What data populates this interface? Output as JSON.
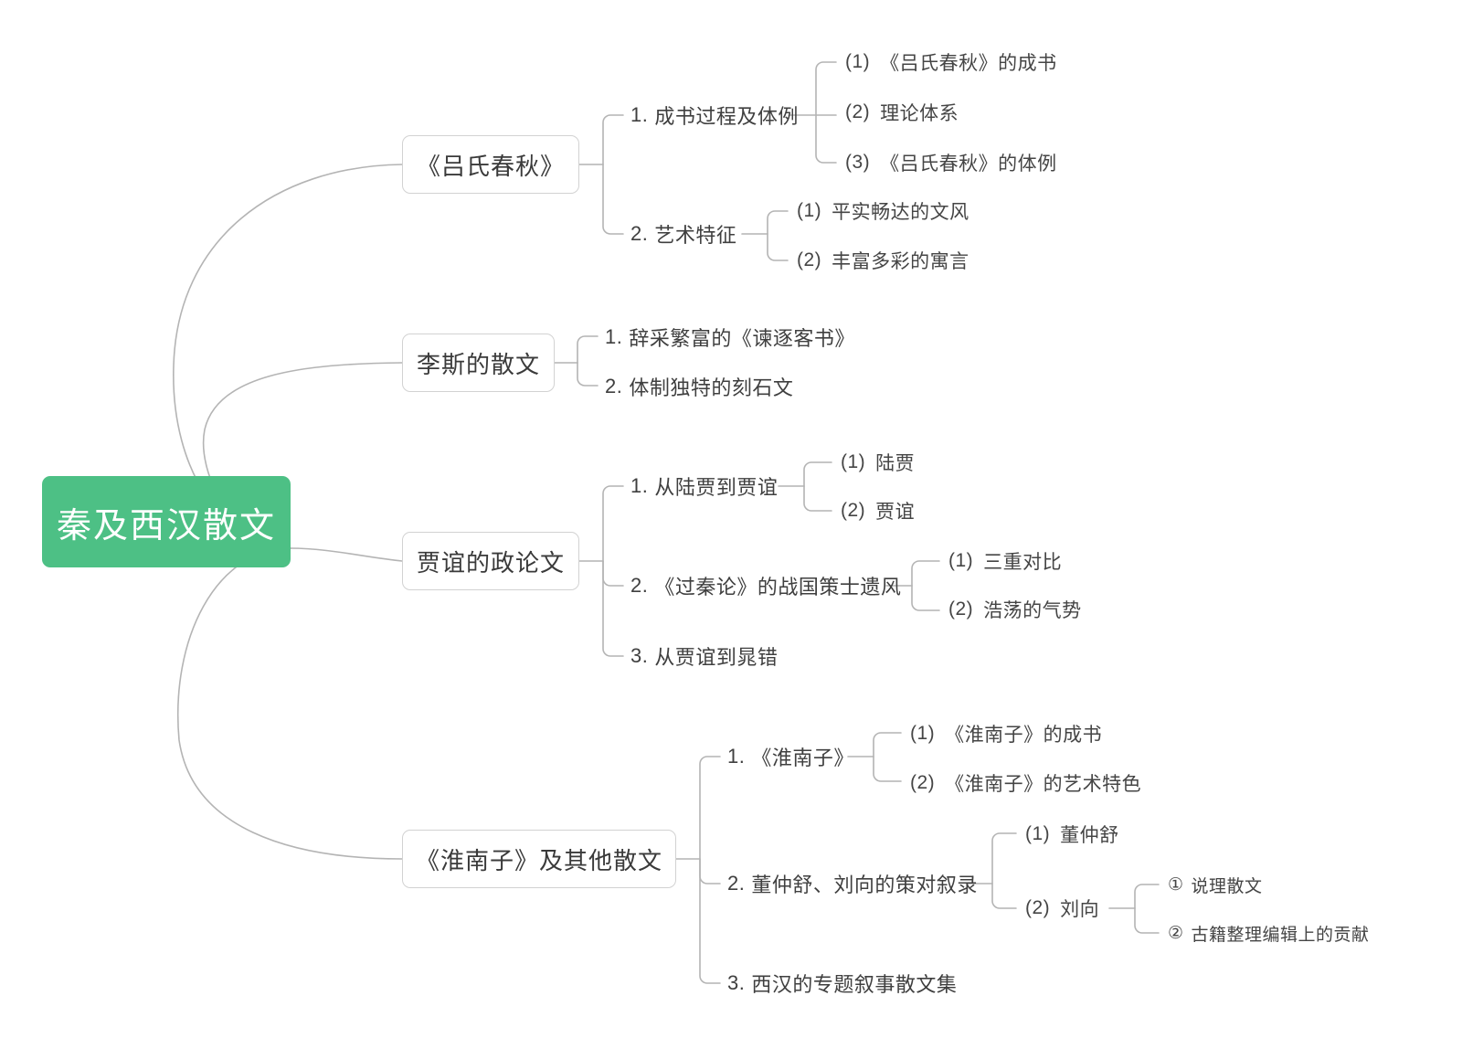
{
  "theme": {
    "root_fill": "#4dc085",
    "root_text": "#ffffff",
    "node_fill": "#ffffff",
    "node_border": "#d2d2d2",
    "node_text": "#3a3a3a",
    "leaf_text": "#3f3f3f",
    "edge_color": "#b4b4b4",
    "canvas_bg": "#ffffff"
  },
  "mindmap": {
    "root": {
      "label": "秦及西汉散文"
    },
    "branches": [
      {
        "label": "《吕氏春秋》",
        "children": [
          {
            "marker": "1.",
            "label": "成书过程及体例",
            "children": [
              {
                "marker": "(1)",
                "label": "《吕氏春秋》的成书"
              },
              {
                "marker": "(2)",
                "label": "理论体系"
              },
              {
                "marker": "(3)",
                "label": "《吕氏春秋》的体例"
              }
            ]
          },
          {
            "marker": "2.",
            "label": "艺术特征",
            "children": [
              {
                "marker": "(1)",
                "label": "平实畅达的文风"
              },
              {
                "marker": "(2)",
                "label": "丰富多彩的寓言"
              }
            ]
          }
        ]
      },
      {
        "label": "李斯的散文",
        "children": [
          {
            "marker": "1.",
            "label": "辞采繁富的《谏逐客书》",
            "children": []
          },
          {
            "marker": "2.",
            "label": "体制独特的刻石文",
            "children": []
          }
        ]
      },
      {
        "label": "贾谊的政论文",
        "children": [
          {
            "marker": "1.",
            "label": "从陆贾到贾谊",
            "children": [
              {
                "marker": "(1)",
                "label": "陆贾"
              },
              {
                "marker": "(2)",
                "label": "贾谊"
              }
            ]
          },
          {
            "marker": "2.",
            "label": "《过秦论》的战国策士遗风",
            "children": [
              {
                "marker": "(1)",
                "label": "三重对比"
              },
              {
                "marker": "(2)",
                "label": "浩荡的气势"
              }
            ]
          },
          {
            "marker": "3.",
            "label": "从贾谊到晁错",
            "children": []
          }
        ]
      },
      {
        "label": "《淮南子》及其他散文",
        "children": [
          {
            "marker": "1.",
            "label": "《淮南子》",
            "children": [
              {
                "marker": "(1)",
                "label": "《淮南子》的成书"
              },
              {
                "marker": "(2)",
                "label": "《淮南子》的艺术特色"
              }
            ]
          },
          {
            "marker": "2.",
            "label": "董仲舒、刘向的策对叙录",
            "children": [
              {
                "marker": "(1)",
                "label": "董仲舒"
              },
              {
                "marker": "(2)",
                "label": "刘向",
                "children": [
                  {
                    "marker": "①",
                    "label": "说理散文"
                  },
                  {
                    "marker": "②",
                    "label": "古籍整理编辑上的贡献"
                  }
                ]
              }
            ]
          },
          {
            "marker": "3.",
            "label": "西汉的专题叙事散文集",
            "children": []
          }
        ]
      }
    ]
  }
}
